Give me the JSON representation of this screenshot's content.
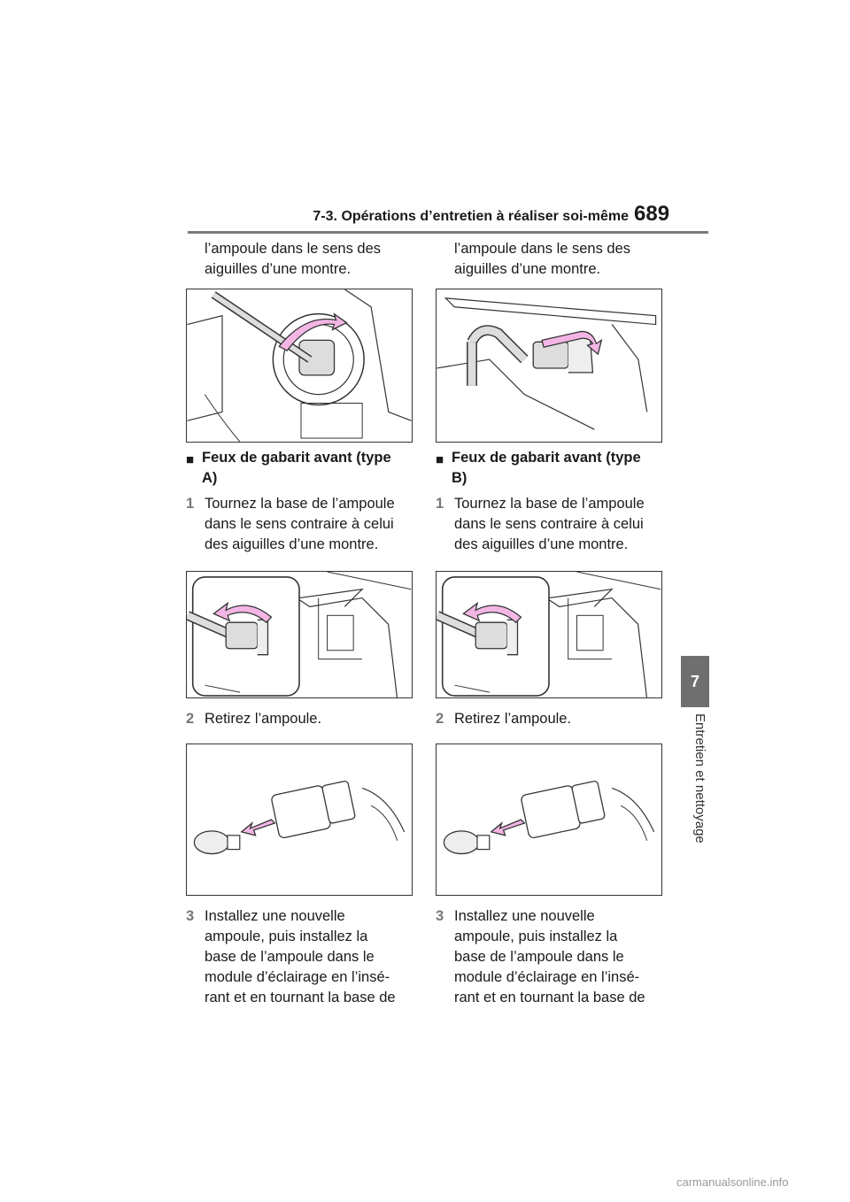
{
  "header": {
    "section_title": "7-3. Opérations d’entretien à réaliser soi-même",
    "page_number": "689"
  },
  "side_tab": {
    "chapter": "7",
    "label": "Entretien et nettoyage"
  },
  "left": {
    "intro_line1": "l’ampoule dans le sens des",
    "intro_line2": "aiguilles d’une montre.",
    "section_title_line1": "Feux de gabarit avant (type",
    "section_title_line2": "A)",
    "step1_num": "1",
    "step1_line1": "Tournez la base de l’ampoule",
    "step1_line2": "dans le sens contraire à celui",
    "step1_line3": "des aiguilles d’une montre.",
    "step2_num": "2",
    "step2_line1": "Retirez l’ampoule.",
    "step3_num": "3",
    "step3_line1": "Installez une nouvelle",
    "step3_line2": "ampoule, puis installez la",
    "step3_line3": "base de l’ampoule dans le",
    "step3_line4": "module d’éclairage en l’insé-",
    "step3_line5": "rant et en tournant la base de"
  },
  "right": {
    "intro_line1": "l’ampoule dans le sens des",
    "intro_line2": "aiguilles d’une montre.",
    "section_title_line1": "Feux de gabarit avant (type",
    "section_title_line2": "B)",
    "step1_num": "1",
    "step1_line1": "Tournez la base de l’ampoule",
    "step1_line2": "dans le sens contraire à celui",
    "step1_line3": "des aiguilles d’une montre.",
    "step2_num": "2",
    "step2_line1": "Retirez l’ampoule.",
    "step3_num": "3",
    "step3_line1": "Installez une nouvelle",
    "step3_line2": "ampoule, puis installez la",
    "step3_line3": "base de l’ampoule dans le",
    "step3_line4": "module d’éclairage en l’insé-",
    "step3_line5": "rant et en tournant la base de"
  },
  "section_marker": "■",
  "watermark": "carmanualsonline.info",
  "colors": {
    "arrow_fill": "#f3b6e4",
    "arrow_stroke": "#333333",
    "tab_bg": "#6f6f6f",
    "rule": "#7a7a7a"
  }
}
